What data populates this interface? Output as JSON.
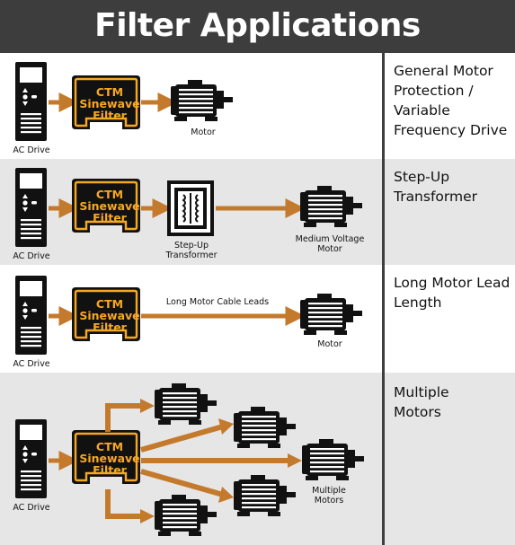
{
  "title": "Filter Applications",
  "colors": {
    "header_bg": "#3d3d3d",
    "row_shade": "#e6e6e6",
    "arrow": "#c47a2c",
    "filter_border": "#f7a823",
    "device": "#111111"
  },
  "icons": [
    "ac-drive-icon",
    "sinewave-filter-icon",
    "motor-icon",
    "transformer-icon",
    "arrow-icon"
  ],
  "filter": {
    "line1": "CTM",
    "line2": "Sinewave",
    "line3": "Filter"
  },
  "rows": [
    {
      "label": "General Motor Protection / Variable Frequency Drive",
      "drive": "AC Drive",
      "load": "Motor"
    },
    {
      "label": "Step-Up Transformer",
      "drive": "AC Drive",
      "transformer": "Step-Up Transformer",
      "load": "Medium Voltage Motor"
    },
    {
      "label": "Long Motor Lead Length",
      "drive": "AC Drive",
      "cable": "Long Motor Cable Leads",
      "load": "Motor"
    },
    {
      "label": "Multiple Motors",
      "drive": "AC Drive",
      "load": "Multiple Motors"
    }
  ]
}
